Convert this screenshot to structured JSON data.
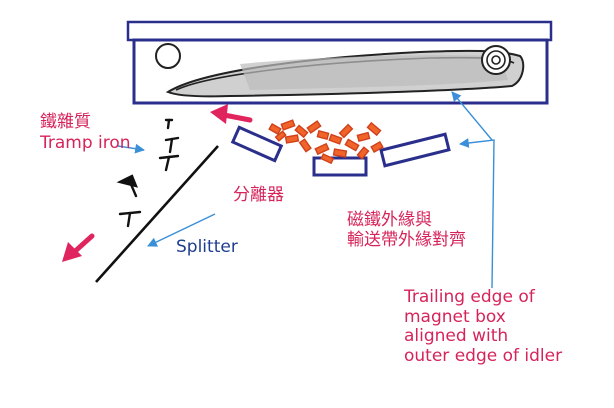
{
  "labels": {
    "tramp_zh": "鐵雜質",
    "tramp_en": "Tramp iron",
    "splitter_zh": "分離器",
    "splitter_en": "Splitter",
    "align_zh": [
      "磁鐵外緣與",
      "輸送帶外緣對齊"
    ],
    "trailing_en": [
      "Trailing edge of",
      "magnet box",
      "aligned with",
      "outer edge of idler"
    ]
  },
  "colors": {
    "magnet_frame": "#2b2f8c",
    "belt_gray": "#c8c8c8",
    "arrow_pink": "#e0245e",
    "label_red": "#d6245a",
    "label_blue": "#1e3d8f",
    "leader_blue": "#3a8fd8",
    "material_orange": "#f0642a",
    "ink": "#111111"
  },
  "icons": [
    "pulley-icon",
    "direction-arrow-icon",
    "tramp-iron-nail-icon"
  ]
}
